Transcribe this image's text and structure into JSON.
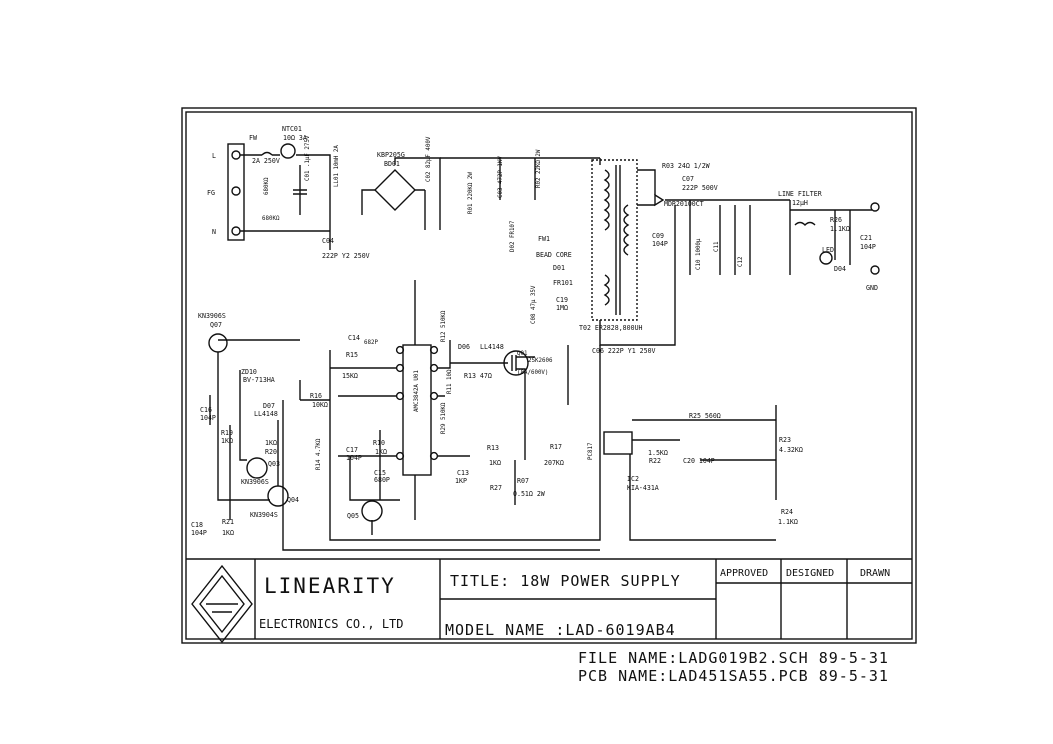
{
  "schematic": {
    "terminals": [
      "L",
      "FG",
      "N"
    ],
    "labels": {
      "fuse": "FW",
      "fuse_rating": "2A 250V",
      "ntc": "NTC01",
      "ntc_value": "10Ω 3A",
      "r_fg": "680KΩ",
      "r_n": "680KΩ",
      "c_x": "C01 .1μF 275V",
      "l_filter": "LL01 10mH 2A",
      "bridge": "KBP205G",
      "bridge_ref": "BD01",
      "c_y_ref": "C04",
      "c_y": "222P Y2 250V",
      "bulk_cap": "C02 82μF 400V",
      "r01": "R01 220KΩ 2W",
      "c03": "C03 472P 1KV",
      "r02": "R02 22KΩ 2W",
      "d02": "D02 FR107",
      "transformer": "T02 ER2828,800UH",
      "bead_ref": "FW1",
      "bead": "BEAD CORE",
      "d01": "D01",
      "d01_part": "FR101",
      "c19": "C19",
      "c19_value": "1MΩ",
      "c08": "C08 47μ 35V",
      "c06": "C06 222P Y1 250V",
      "r03": "R03 24Ω 1/2W",
      "c07": "C07",
      "c07_value": "222P 500V",
      "d03": "MDR20100CT",
      "c09": "C09",
      "c09_value": "104P",
      "c10": "C10 1000μ",
      "c11": "C11",
      "c12": "C12",
      "line_filter": "LINE FILTER",
      "line_filter_value": "12μH",
      "r26": "R26",
      "r26_value": "1.1KΩ",
      "c21": "C21",
      "c21_value": "104P",
      "led": "LED",
      "d04": "D04",
      "gnd": "GND",
      "ic": "AMC3842A U01",
      "c14": "C14",
      "c14_value": "682P",
      "r15": "R15",
      "r15_value": "15KΩ",
      "r12": "R12 510KΩ",
      "r11": "R11 10Ω",
      "r29": "R29 510KΩ",
      "d06": "D06",
      "d06_part": "LL4148",
      "r13": "R13 47Ω",
      "q01": "Q01",
      "q01_part": "2SK2606",
      "q01_rating": "(8A/600V)",
      "r13b": "R13",
      "r13b_value": "1KΩ",
      "c13": "C13",
      "c13_value": "1KP",
      "r27": "R27",
      "r07": "R07",
      "r07_value": "0.51Ω 2W",
      "r17": "R17",
      "r17_value": "207KΩ",
      "pc": "PC817",
      "r25": "R25 560Ω",
      "r22_value": "1.5KΩ",
      "r22": "R22",
      "c20": "C20 104P",
      "ic2": "IC2",
      "ic2_part": "KIA-431A",
      "r23": "R23",
      "r23_value": "4.32KΩ",
      "r24": "R24",
      "r24_value": "1.1KΩ",
      "q07_part": "KN3906S",
      "q07": "Q07",
      "zd10": "ZD10",
      "zd10_part": "BV-713HA",
      "r16": "R16",
      "r16_value": "10KΩ",
      "d07": "D07",
      "d07_part": "LL4148",
      "c16": "C16",
      "c16_value": "104P",
      "r19": "R19",
      "r19_value": "1KΩ",
      "r20_value": "1KΩ",
      "r20": "R20",
      "q03": "Q03",
      "q03_part": "KN3906S",
      "q04": "Q04",
      "q04_part": "KN3904S",
      "q05": "Q05",
      "c18": "C18",
      "c18_value": "104P",
      "r21": "R21",
      "r21_value": "1KΩ",
      "r14": "R14 4.7KΩ",
      "c17": "C17",
      "c17_value": "104P",
      "r10": "R10",
      "r10_value": "1KΩ",
      "c15": "C15",
      "c15_value": "680P"
    }
  },
  "title_block": {
    "company": "LINEARITY",
    "company_sub": "ELECTRONICS CO., LTD",
    "title": "TITLE: 18W POWER SUPPLY",
    "model": "MODEL NAME :LAD-6019AB4",
    "approved": "APPROVED",
    "designed": "DESIGNED",
    "drawn": "DRAWN"
  },
  "footer": {
    "file_name": "FILE NAME:LADG019B2.SCH  89-5-31",
    "pcb_name": "PCB NAME:LAD451SA55.PCB 89-5-31"
  }
}
